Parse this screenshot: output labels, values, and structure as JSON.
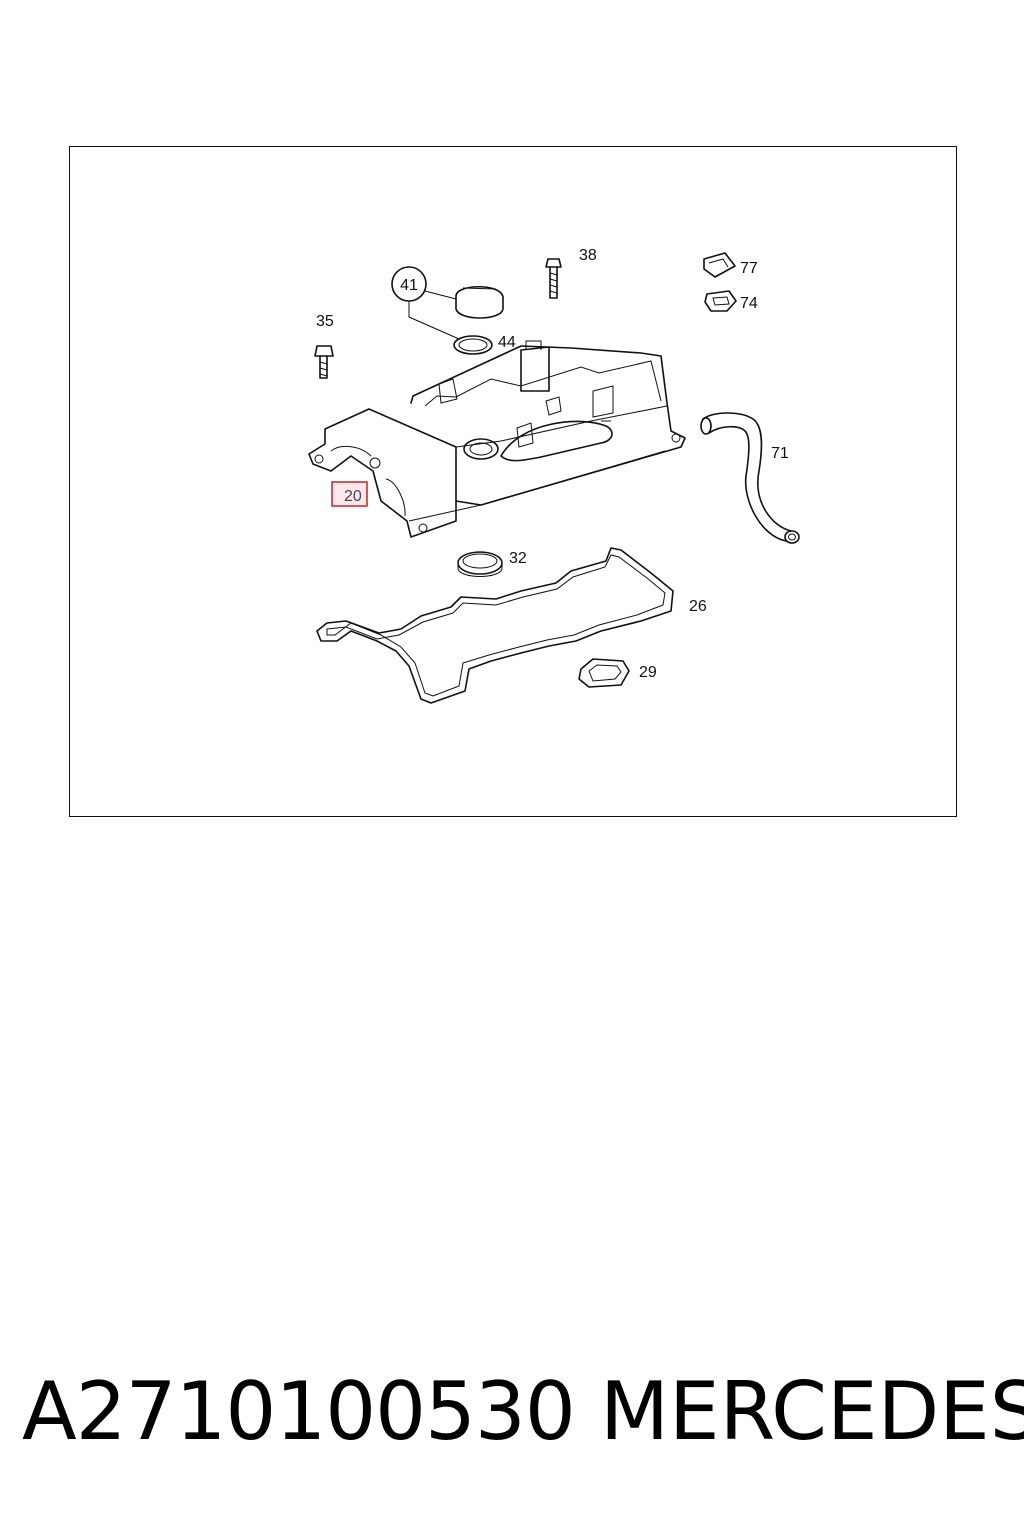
{
  "diagram": {
    "callouts": [
      {
        "id": "41"
      },
      {
        "id": "38"
      },
      {
        "id": "77"
      },
      {
        "id": "74"
      },
      {
        "id": "35"
      },
      {
        "id": "44"
      },
      {
        "id": "71"
      },
      {
        "id": "20"
      },
      {
        "id": "32"
      },
      {
        "id": "26"
      },
      {
        "id": "29"
      }
    ],
    "highlighted_part": "20",
    "highlight_color": "#cc2222"
  },
  "caption": {
    "part_number": "A2710100530",
    "brand": "MERCEDES"
  }
}
